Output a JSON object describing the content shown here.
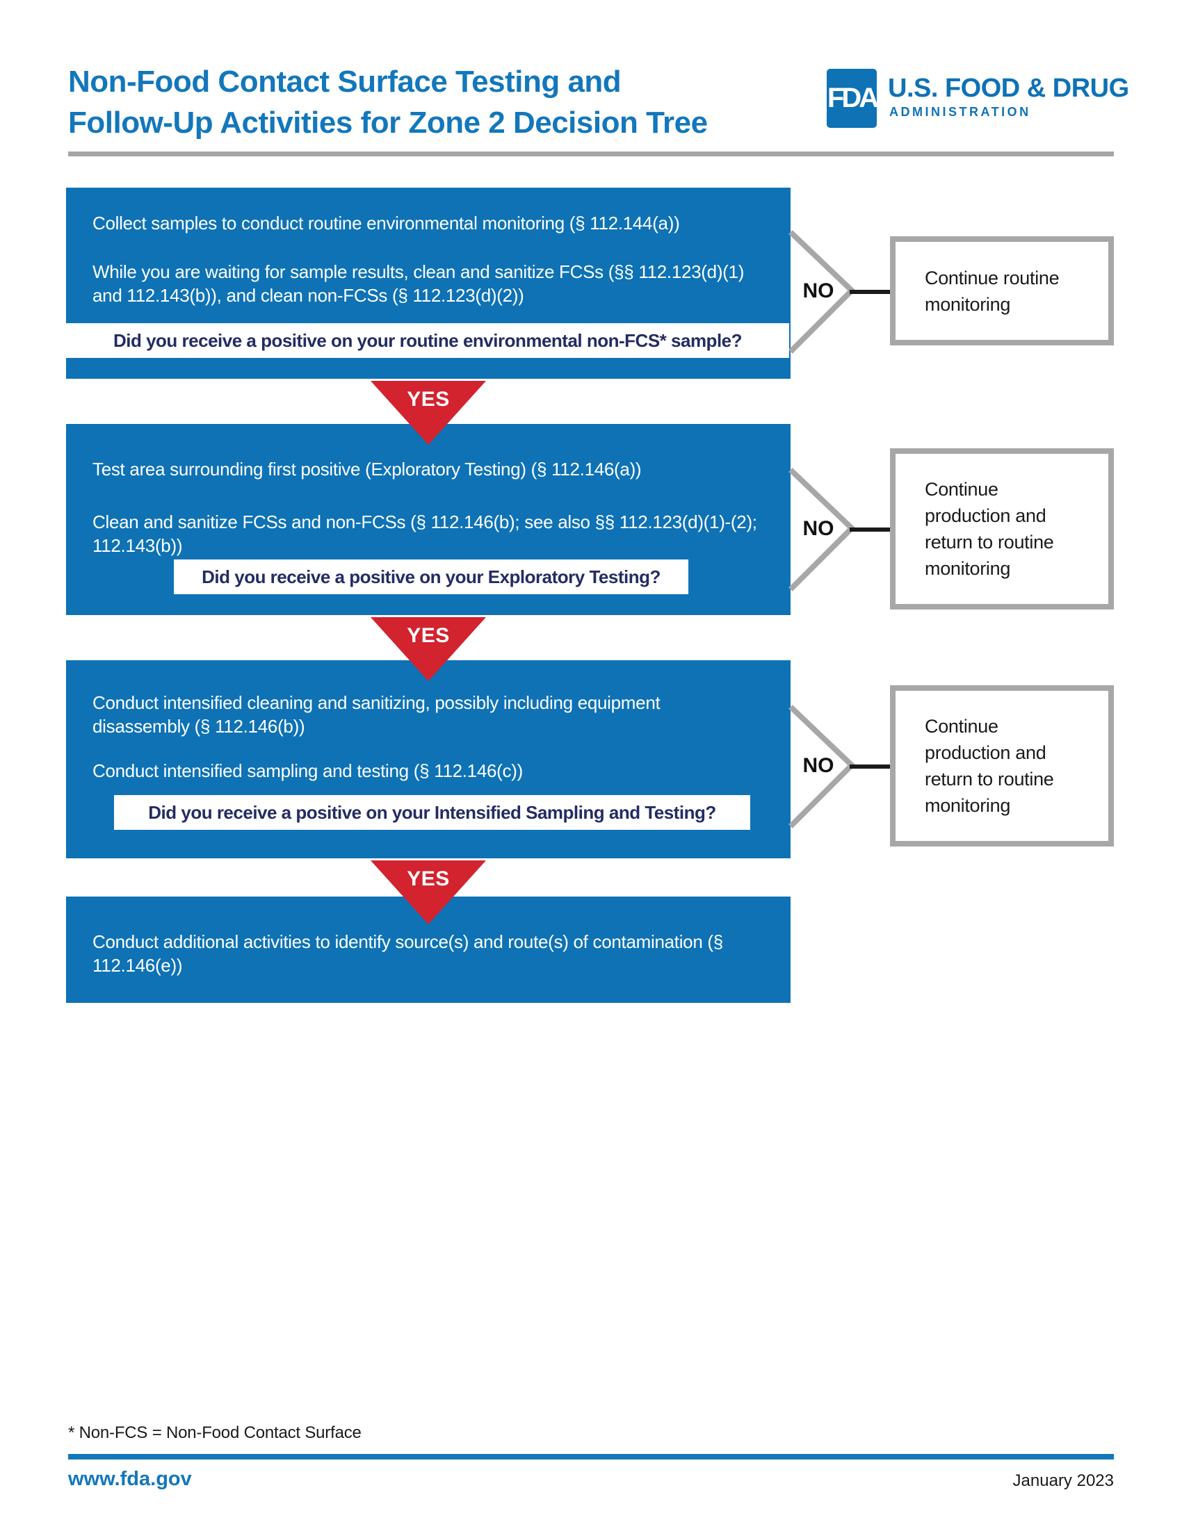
{
  "header": {
    "title_line1": "Non-Food Contact Surface Testing and",
    "title_line2": "Follow-Up Activities for Zone 2 Decision Tree"
  },
  "logo": {
    "acronym": "FDA",
    "name_line1": "U.S. FOOD & DRUG",
    "name_line2": "ADMINISTRATION"
  },
  "flow": {
    "yes_label": "YES",
    "no_label": "NO",
    "steps": [
      {
        "paragraphs": [
          "Collect samples to conduct routine environmental monitoring (§ 112.144(a))",
          "While you are waiting for sample results, clean and sanitize FCSs (§§ 112.123(d)(1) and 112.143(b)), and clean non-FCSs (§ 112.123(d)(2))"
        ],
        "question": "Did you receive a positive on your routine environmental non-FCS* sample?",
        "no_outcome": "Continue routine monitoring"
      },
      {
        "paragraphs": [
          "Test area surrounding first positive (Exploratory Testing) (§ 112.146(a))",
          "Clean and sanitize FCSs and non-FCSs (§ 112.146(b); see also §§ 112.123(d)(1)-(2); 112.143(b))"
        ],
        "question": "Did you receive a positive on your Exploratory Testing?",
        "no_outcome": "Continue production and return to routine monitoring"
      },
      {
        "paragraphs": [
          "Conduct intensified cleaning and sanitizing, possibly including equipment disassembly (§ 112.146(b))",
          "Conduct intensified sampling and testing (§ 112.146(c))"
        ],
        "question": "Did you receive a positive on your Intensified Sampling and Testing?",
        "no_outcome": "Continue production and return to routine monitoring"
      },
      {
        "paragraphs": [
          "Conduct additional activities to identify source(s) and route(s) of contamination (§ 112.146(e))"
        ]
      }
    ]
  },
  "footnote": "* Non-FCS = Non-Food Contact Surface",
  "footer": {
    "site": "www.fda.gov",
    "date": "January 2023"
  },
  "colors": {
    "fda_blue": "#0e72b5",
    "title_blue": "#1377bb",
    "alert_red": "#d2232f",
    "question_navy": "#242c62",
    "border_gray": "#a7a7a9",
    "rule_gray": "#a5a5a5",
    "text_black": "#1a1a1a",
    "white": "#ffffff"
  }
}
